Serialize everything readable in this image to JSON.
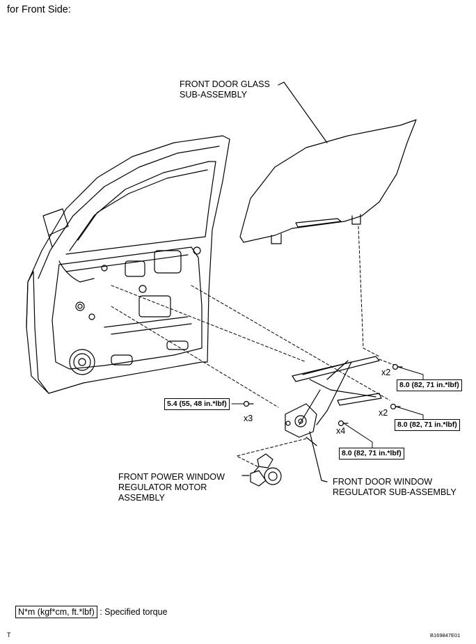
{
  "header": {
    "title": "for Front Side:"
  },
  "labels": {
    "glass_line1": "FRONT DOOR GLASS",
    "glass_line2": "SUB-ASSEMBLY",
    "motor_line1": "FRONT POWER WINDOW",
    "motor_line2": "REGULATOR MOTOR",
    "motor_line3": "ASSEMBLY",
    "regulator_line1": "FRONT DOOR WINDOW",
    "regulator_line2": "REGULATOR SUB-ASSEMBLY"
  },
  "torque": {
    "upper_right": "8.0 (82, 71 in.*lbf)",
    "middle_right": "8.0 (82, 71 in.*lbf)",
    "lower_center": "8.0 (82, 71 in.*lbf)",
    "left": "5.4 (55, 48 in.*lbf)"
  },
  "quantities": {
    "upper_right": "x2",
    "middle_right": "x2",
    "lower_center": "x4",
    "left": "x3"
  },
  "legend": {
    "unit_box": "N*m (kgf*cm, ft.*lbf)",
    "description": ": Specified torque"
  },
  "footer": {
    "left_mark": "T",
    "figure_id": "B169847E01"
  }
}
